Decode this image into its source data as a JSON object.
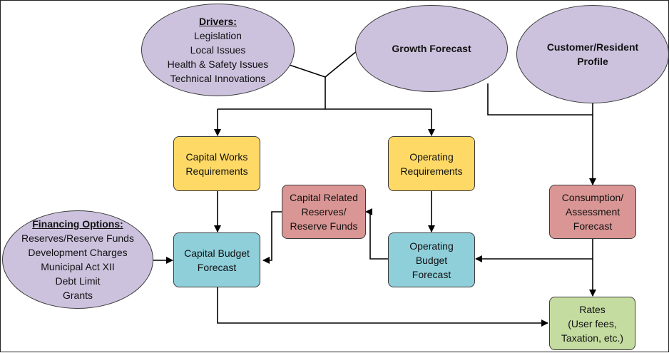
{
  "drivers": {
    "heading": "Drivers:",
    "items": [
      "Legislation",
      "Local Issues",
      "Health & Safety Issues",
      "Technical Innovations"
    ]
  },
  "growth_forecast": {
    "label": "Growth Forecast"
  },
  "customer_profile": {
    "lines": [
      "Customer/Resident",
      "Profile"
    ]
  },
  "capital_works": {
    "lines": [
      "Capital Works",
      "Requirements"
    ]
  },
  "operating_requirements": {
    "lines": [
      "Operating",
      "Requirements"
    ]
  },
  "capital_reserves": {
    "lines": [
      "Capital Related",
      "Reserves/",
      "Reserve Funds"
    ]
  },
  "consumption_forecast": {
    "lines": [
      "Consumption/",
      "Assessment",
      "Forecast"
    ]
  },
  "financing": {
    "heading": "Financing Options:",
    "items": [
      "Reserves/Reserve Funds",
      "Development Charges",
      "Municipal Act XII",
      "Debt Limit",
      "Grants"
    ]
  },
  "capital_budget": {
    "lines": [
      "Capital Budget",
      "Forecast"
    ]
  },
  "operating_budget": {
    "lines": [
      "Operating",
      "Budget",
      "Forecast"
    ]
  },
  "rates": {
    "lines": [
      "Rates",
      "(User fees,",
      "Taxation, etc.)"
    ]
  },
  "colors": {
    "ellipse": "#cdc2de",
    "requirements": "#ffd966",
    "reserves": "#d99694",
    "budget": "#8fcfda",
    "rates": "#c4dca0"
  }
}
